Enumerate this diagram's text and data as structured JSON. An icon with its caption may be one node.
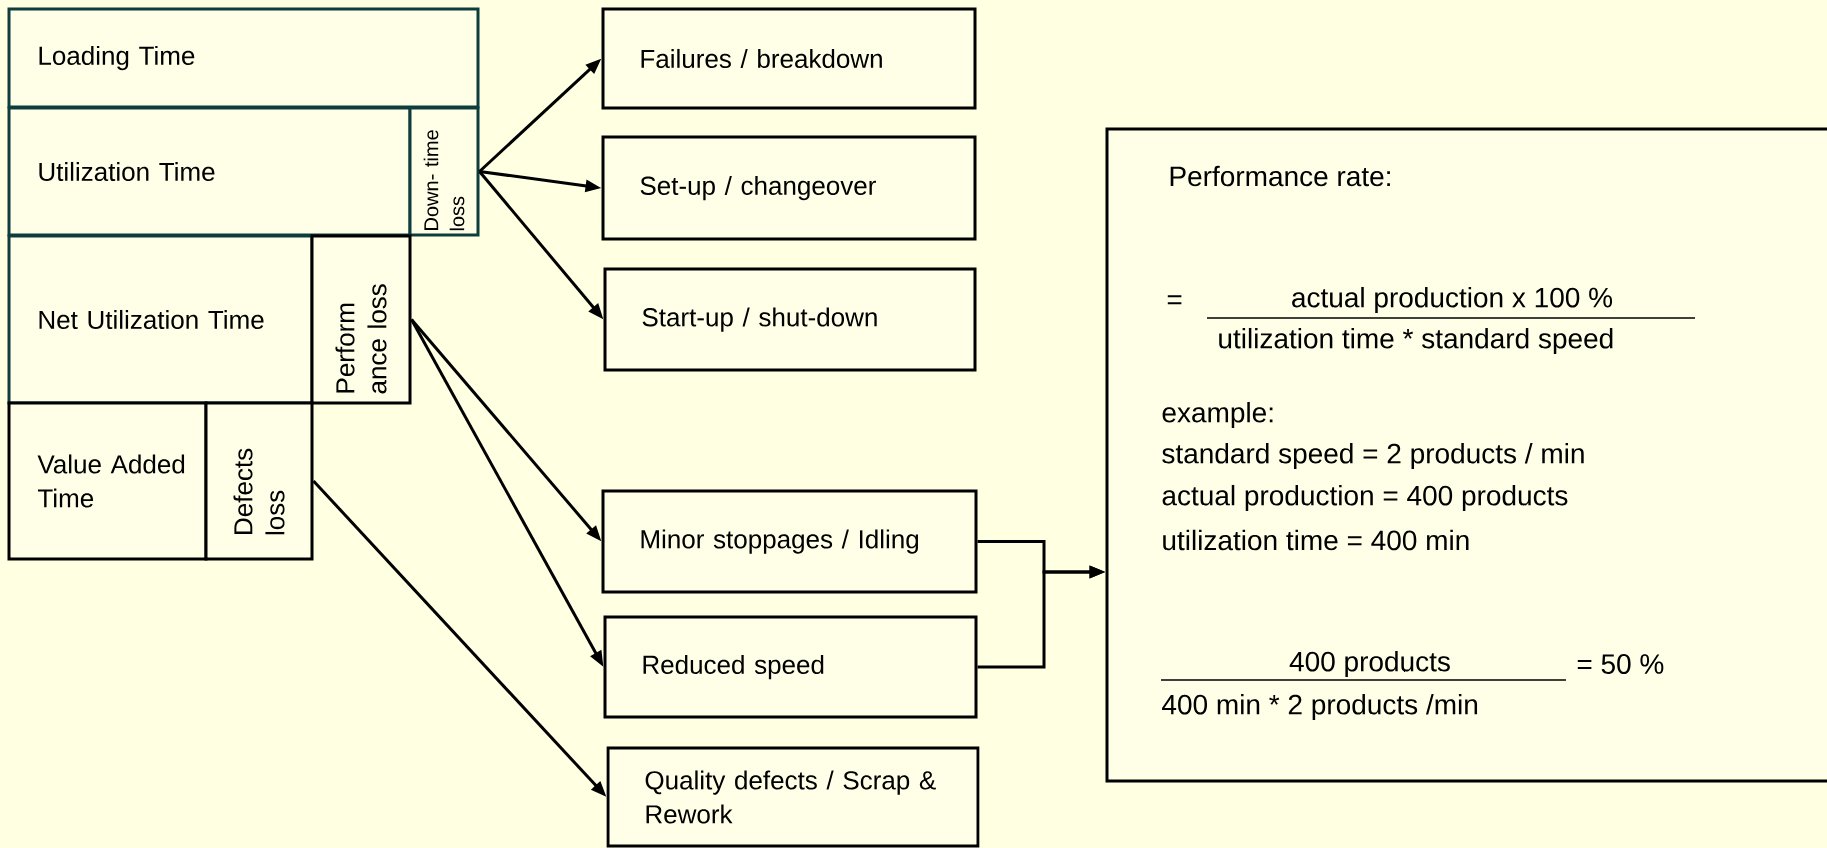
{
  "diagram": {
    "nodes": [
      {
        "text": [
          "Loading Time"
        ]
      },
      {
        "text": [
          "Utilization Time"
        ]
      },
      {
        "text": [
          "Down- time loss"
        ]
      },
      {
        "text": [
          "Net Utilization Time"
        ]
      },
      {
        "text": [
          "Perform ance loss"
        ]
      },
      {
        "text": [
          "Value Added Time"
        ]
      },
      {
        "text": [
          "Defects loss"
        ]
      },
      {
        "text": [
          "Failures / breakdown"
        ]
      },
      {
        "text": [
          "Set-up / changeover"
        ]
      },
      {
        "text": [
          "Start-up / shut-down"
        ]
      },
      {
        "text": [
          "Minor stoppages / Idling"
        ]
      },
      {
        "text": [
          "Reduced speed"
        ]
      },
      {
        "text": [
          "Quality defects / Scrap & Rework"
        ]
      },
      {
        "text": [
          "Performance rate:",
          "=",
          "actual production x 100 %",
          "utilization time * standard speed",
          "example:",
          "standard speed = 2 products / min",
          "actual production = 400 products",
          "utilization time = 400 min",
          "400 products",
          "400 min * 2 products /min",
          "= 50 %"
        ]
      }
    ],
    "edges": [
      {
        "from": 2,
        "to": 7,
        "arrow": "to"
      },
      {
        "from": 2,
        "to": 8,
        "arrow": "to"
      },
      {
        "from": 2,
        "to": 9,
        "arrow": "to"
      },
      {
        "from": 4,
        "to": 10,
        "arrow": "to"
      },
      {
        "from": 4,
        "to": 11,
        "arrow": "to"
      },
      {
        "from": 6,
        "to": 12,
        "arrow": "to"
      },
      {
        "from": 10,
        "to": 13,
        "arrow": "to"
      },
      {
        "from": 11,
        "to": 13,
        "arrow": "to"
      }
    ]
  }
}
